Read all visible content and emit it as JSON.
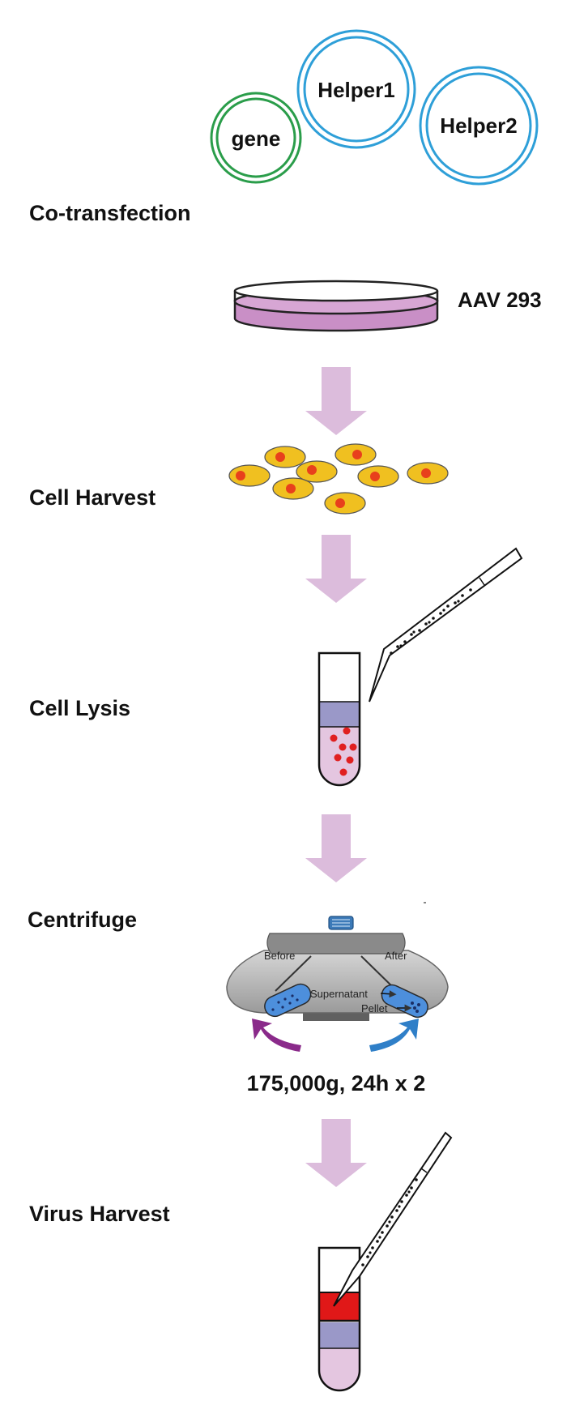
{
  "plasmids": {
    "gene": "gene",
    "helper1": "Helper1",
    "helper2": "Helper2"
  },
  "steps": {
    "cotransfection": "Co-transfection",
    "cell_harvest": "Cell Harvest",
    "cell_lysis": "Cell Lysis",
    "centrifuge": "Centrifuge",
    "virus_harvest": "Virus Harvest"
  },
  "dish_label": "AAV 293",
  "centrifuge_captions": {
    "before": "Before",
    "after": "After",
    "supernatant": "Supernatant",
    "pellet": "Pellet"
  },
  "centrifuge_condition": "175,000g, 24h x 2",
  "colors": {
    "gene_ring": "#2a9d4a",
    "helper_ring": "#2e9fd8",
    "arrow": "#dcbcdc",
    "dish_media": "#c98fc6",
    "cell_body": "#f0c020",
    "cell_nucleus": "#e8401c",
    "lysate": "#e4c6e0",
    "band": "#9a98c8",
    "dot": "#e02020",
    "virus_band": "#e01818",
    "rotor_gray": "#b0b0b0",
    "rotation_arrow": "#8a2a8a",
    "rotation_arrow_2": "#2f7fc8"
  }
}
